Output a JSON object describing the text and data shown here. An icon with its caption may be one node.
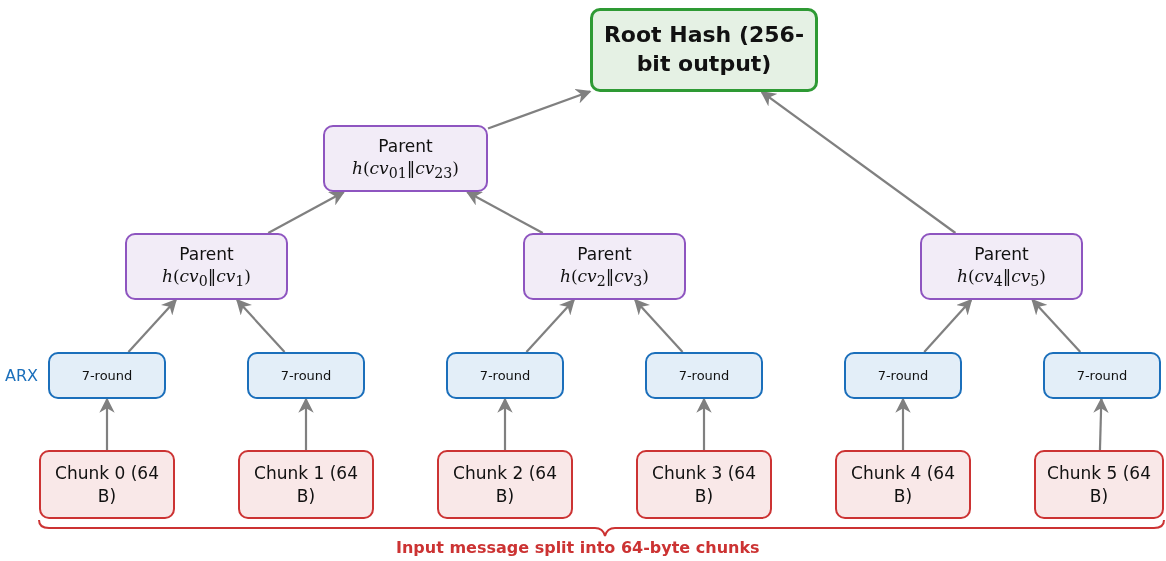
{
  "diagram": {
    "nodes": [
      {
        "text": [
          "Root Hash (256-bit output)"
        ]
      },
      {
        "text": [
          "Parent",
          "*h*(*cv*$_{01}$‖*cv*$_{23}$)"
        ]
      },
      {
        "text": [
          "Parent",
          "*h*(*cv*$_{0}$‖*cv*$_{1}$)"
        ]
      },
      {
        "text": [
          "Parent",
          "*h*(*cv*$_{2}$‖*cv*$_{3}$)"
        ]
      },
      {
        "text": [
          "Parent",
          "*h*(*cv*$_{4}$‖*cv*$_{5}$)"
        ]
      },
      {
        "text": [
          "7-round"
        ]
      },
      {
        "text": [
          "7-round"
        ]
      },
      {
        "text": [
          "7-round"
        ]
      },
      {
        "text": [
          "7-round"
        ]
      },
      {
        "text": [
          "7-round"
        ]
      },
      {
        "text": [
          "7-round"
        ]
      },
      {
        "text": [
          "Chunk 0 (64 B)"
        ]
      },
      {
        "text": [
          "Chunk 1 (64 B)"
        ]
      },
      {
        "text": [
          "Chunk 2 (64 B)"
        ]
      },
      {
        "text": [
          "Chunk 3 (64 B)"
        ]
      },
      {
        "text": [
          "Chunk 4 (64 B)"
        ]
      },
      {
        "text": [
          "Chunk 5 (64 B)"
        ]
      }
    ],
    "edges": [
      {
        "from": 11,
        "to": 5,
        "arrow": "to"
      },
      {
        "from": 12,
        "to": 6,
        "arrow": "to"
      },
      {
        "from": 13,
        "to": 7,
        "arrow": "to"
      },
      {
        "from": 14,
        "to": 8,
        "arrow": "to"
      },
      {
        "from": 15,
        "to": 9,
        "arrow": "to"
      },
      {
        "from": 16,
        "to": 10,
        "arrow": "to"
      },
      {
        "from": 5,
        "to": 2,
        "arrow": "to"
      },
      {
        "from": 6,
        "to": 2,
        "arrow": "to"
      },
      {
        "from": 7,
        "to": 3,
        "arrow": "to"
      },
      {
        "from": 8,
        "to": 3,
        "arrow": "to"
      },
      {
        "from": 9,
        "to": 4,
        "arrow": "to"
      },
      {
        "from": 10,
        "to": 4,
        "arrow": "to"
      },
      {
        "from": 2,
        "to": 1,
        "arrow": "to"
      },
      {
        "from": 3,
        "to": 1,
        "arrow": "to"
      },
      {
        "from": 1,
        "to": 0,
        "arrow": "to"
      },
      {
        "from": 4,
        "to": 0,
        "arrow": "to"
      }
    ],
    "labels": [
      "ARX",
      "Input message split into 64-byte chunks"
    ]
  }
}
